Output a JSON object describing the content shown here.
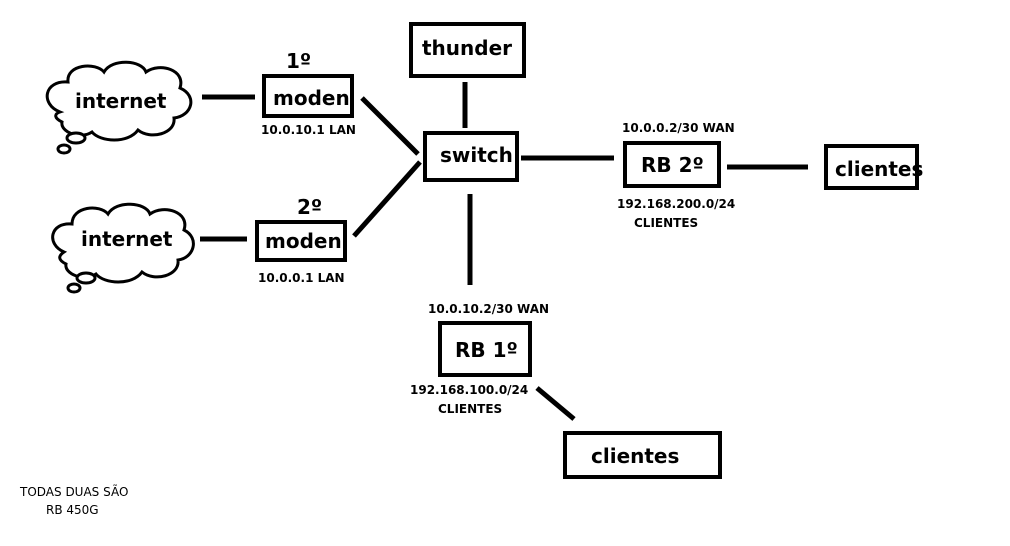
{
  "clouds": {
    "internet_1": "internet",
    "internet_2": "internet"
  },
  "nodes": {
    "modem_1": "moden",
    "modem_2": "moden",
    "thunder": "thunder",
    "switch": "switch",
    "rb_2": "RB 2º",
    "rb_1": "RB 1º",
    "clientes_right": "clientes",
    "clientes_bottom": "clientes"
  },
  "labels": {
    "modem_1_order": "1º",
    "modem_1_lan": "10.0.10.1 LAN",
    "modem_2_order": "2º",
    "modem_2_lan": "10.0.0.1 LAN",
    "rb_2_wan": "10.0.0.2/30 WAN",
    "rb_2_net": "192.168.200.0/24",
    "rb_2_clients": "CLIENTES",
    "rb_1_wan": "10.0.10.2/30 WAN",
    "rb_1_net": "192.168.100.0/24",
    "rb_1_clients": "CLIENTES"
  },
  "note": {
    "line1": "TODAS DUAS SÃO",
    "line2": "RB 450G"
  }
}
